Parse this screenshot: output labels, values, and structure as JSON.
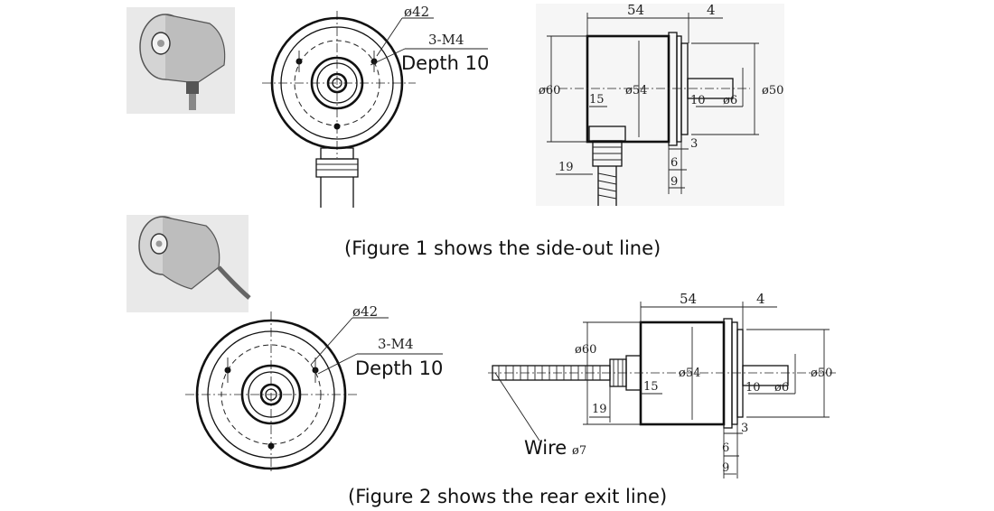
{
  "figure1": {
    "caption": "(Figure 1 shows the side-out line)",
    "front": {
      "diameter": "ø42",
      "thread": "3-M4",
      "depth": "Depth 10"
    },
    "side": {
      "length_body": "54",
      "length_flange": "4",
      "outer_dia": "ø60",
      "body_dia": "ø54",
      "flange_dia": "ø50",
      "shaft_len": "10",
      "shaft_dia": "ø6",
      "gland_offset": "15",
      "gland_height": "19",
      "step3": "3",
      "step6": "6",
      "step9": "9"
    }
  },
  "figure2": {
    "caption": "(Figure 2 shows the rear exit line)",
    "front": {
      "diameter": "ø42",
      "thread": "3-M4",
      "depth": "Depth 10"
    },
    "side": {
      "length_body": "54",
      "length_flange": "4",
      "outer_dia": "ø60",
      "body_dia": "ø54",
      "flange_dia": "ø50",
      "shaft_len": "10",
      "shaft_dia": "ø6",
      "gland_offset": "15",
      "gland_height": "19",
      "step3": "3",
      "step6": "6",
      "step9": "9",
      "wire_label": "Wire",
      "wire_dia": "ø7"
    }
  }
}
